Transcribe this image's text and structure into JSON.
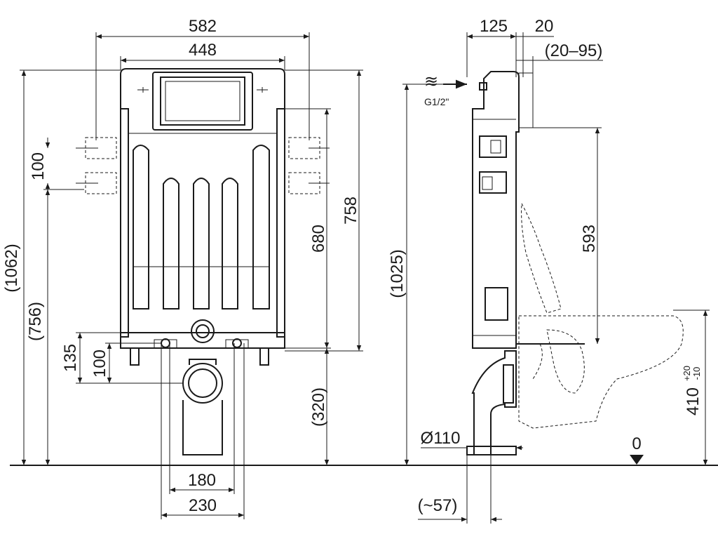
{
  "front_view": {
    "dims": {
      "outer_width": "582",
      "inner_width": "448",
      "total_height": "(1062)",
      "frame_height": "758",
      "tank_height": "680",
      "lower_height": "(756)",
      "spacing_100_left": "100",
      "flush_135": "135",
      "flush_100": "100",
      "bolt_spacing": "180",
      "feet_spacing": "230",
      "floor_height": "(320)"
    }
  },
  "side_view": {
    "dims": {
      "depth": "125",
      "offset": "20",
      "wall_range": "(20–95)",
      "height": "(1025)",
      "bracket": "593",
      "bowl_height": "410",
      "bowl_tol_plus": "+20",
      "bowl_tol_minus": "-10",
      "pipe_diameter": "Ø110",
      "pipe_offset": "(~57)",
      "floor_level": "0"
    },
    "inlet_label": "G1/2\""
  }
}
